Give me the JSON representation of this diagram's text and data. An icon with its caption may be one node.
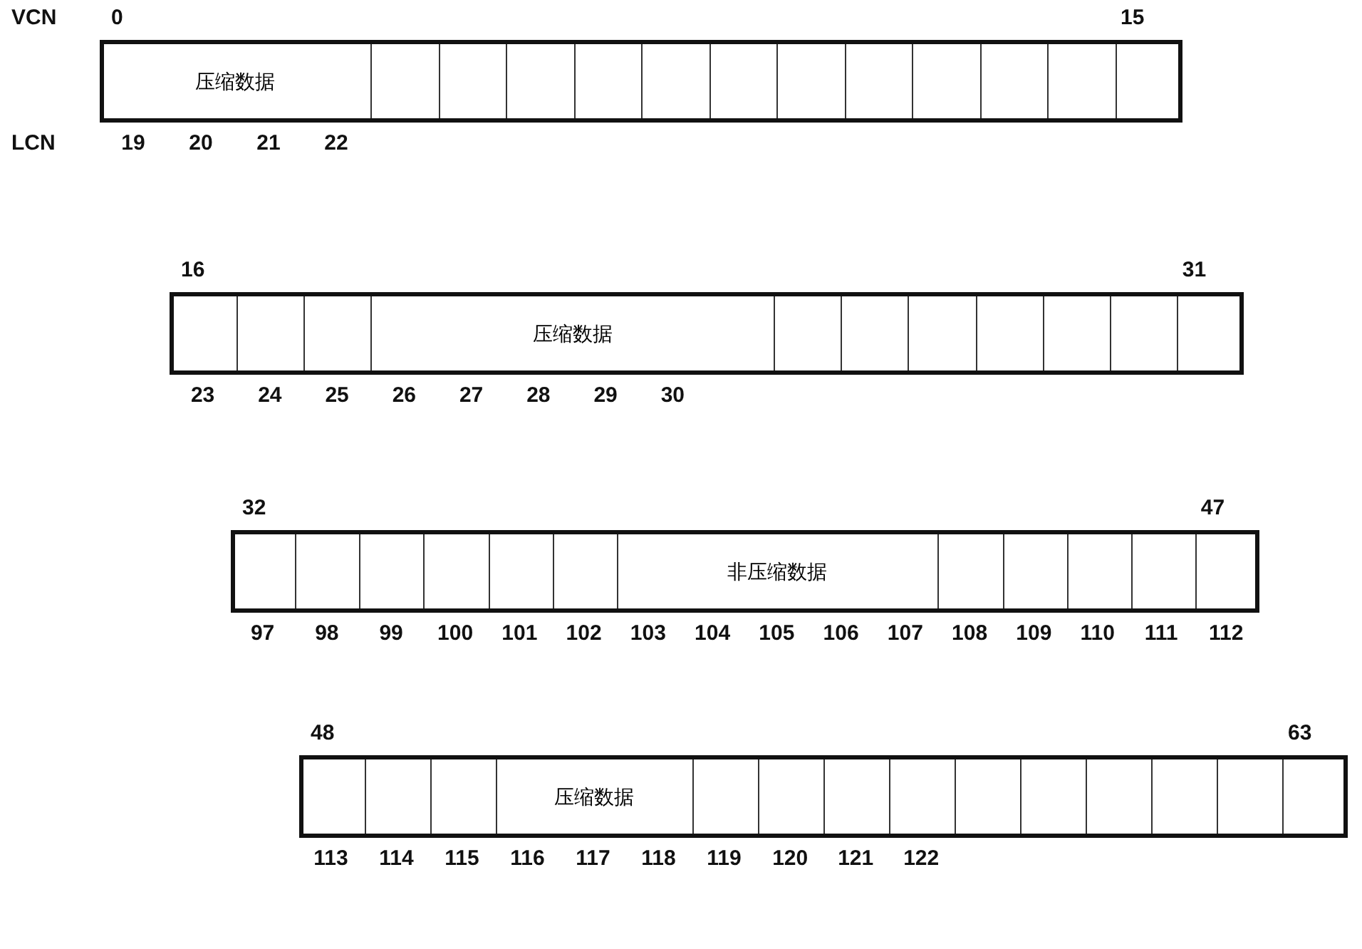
{
  "diagram": {
    "nodes": [
      {
        "text": [
          "压缩数据"
        ]
      },
      {
        "text": [
          "压缩数据"
        ]
      },
      {
        "text": [
          "非压缩数据"
        ]
      },
      {
        "text": [
          "压缩数据"
        ]
      }
    ],
    "labels": [
      "VCN",
      "0",
      "15",
      "LCN",
      "19",
      "20",
      "21",
      "22",
      "16",
      "31",
      "23",
      "24",
      "25",
      "26",
      "27",
      "28",
      "29",
      "30",
      "32",
      "47",
      "97",
      "98",
      "99",
      "100",
      "101",
      "102",
      "103",
      "104",
      "105",
      "106",
      "107",
      "108",
      "109",
      "110",
      "111",
      "112",
      "48",
      "63",
      "113",
      "114",
      "115",
      "116",
      "117",
      "118",
      "119",
      "120",
      "121",
      "122"
    ]
  }
}
